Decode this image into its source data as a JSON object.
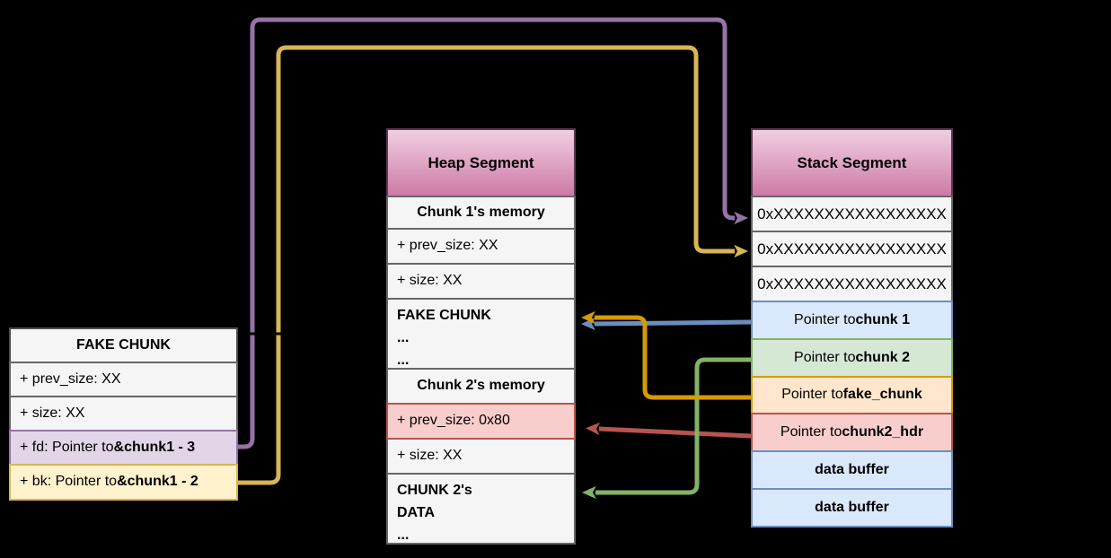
{
  "background": "#000000",
  "colors": {
    "purple": "#9673a6",
    "purple_fill": "#e1d5e7",
    "yellow": "#d6b656",
    "yellow_fill": "#fff2cc",
    "blue": "#6c8ebf",
    "blue_fill": "#dae8fc",
    "green": "#82b366",
    "green_fill": "#d5e8d4",
    "orange": "#d79b00",
    "orange_fill": "#ffe6cc",
    "red": "#b85450",
    "red_fill": "#f8cecc",
    "row_fill": "#f5f5f5",
    "row_border": "#666666",
    "segment_header_top": "#f1cfe1",
    "segment_header_bottom": "#cd7aa6",
    "segment_header_border": "#5a3950",
    "hidden_connector": "#000000"
  },
  "fake_chunk_table": {
    "header": "FAKE CHUNK",
    "rows": {
      "prev_size": "+ prev_size: XX",
      "size": "+ size: XX",
      "fd_prefix": "+ fd: Pointer to ",
      "fd_strong": "&chunk1 - 3",
      "bk_prefix": "+ bk: Pointer to ",
      "bk_strong": "&chunk1 - 2"
    }
  },
  "heap_segment": {
    "header": "Heap Segment",
    "rows": {
      "chunk1_memory": "Chunk 1's memory",
      "chunk1_prev_size": "+ prev_size: XX",
      "chunk1_size": "+ size: XX",
      "fake_chunk_line1": "FAKE CHUNK",
      "fake_chunk_line2": "...",
      "fake_chunk_line3": "...",
      "chunk2_memory": "Chunk 2's memory",
      "chunk2_prev_size": "+ prev_size: 0x80",
      "chunk2_size": "+ size: XX",
      "chunk2_data_line1": "CHUNK 2's",
      "chunk2_data_line2": "DATA",
      "chunk2_data_line3": "..."
    }
  },
  "stack_segment": {
    "header": "Stack Segment",
    "rows": {
      "addr1": "0xXXXXXXXXXXXXXXXXX",
      "addr2": "0xXXXXXXXXXXXXXXXXX",
      "addr3": "0xXXXXXXXXXXXXXXXXX",
      "ptr_chunk1_prefix": "Pointer to ",
      "ptr_chunk1_strong": "chunk 1",
      "ptr_chunk2_prefix": "Pointer to ",
      "ptr_chunk2_strong": "chunk 2",
      "ptr_fake_chunk_prefix": "Pointer to ",
      "ptr_fake_chunk_strong": "fake_chunk",
      "ptr_chunk2_hdr_prefix": "Pointer to ",
      "ptr_chunk2_hdr_strong": "chunk2_hdr",
      "data_buffer1": "data buffer",
      "data_buffer2": "data buffer"
    }
  },
  "arrows": [
    {
      "name": "fd-to-stack-addr1",
      "color": "#9673a6"
    },
    {
      "name": "bk-to-stack-addr2",
      "color": "#d6b656"
    },
    {
      "name": "ptr-chunk1-to-heap-fake-chunk",
      "color": "#6c8ebf"
    },
    {
      "name": "ptr-chunk2-to-chunk2-data",
      "color": "#82b366"
    },
    {
      "name": "ptr-fake-chunk-to-heap-fake-chunk",
      "color": "#d79b00"
    },
    {
      "name": "ptr-chunk2-hdr-to-chunk2-prev-size",
      "color": "#b85450"
    },
    {
      "name": "fake-chunk-hidden-connector",
      "color": "#000000"
    }
  ]
}
